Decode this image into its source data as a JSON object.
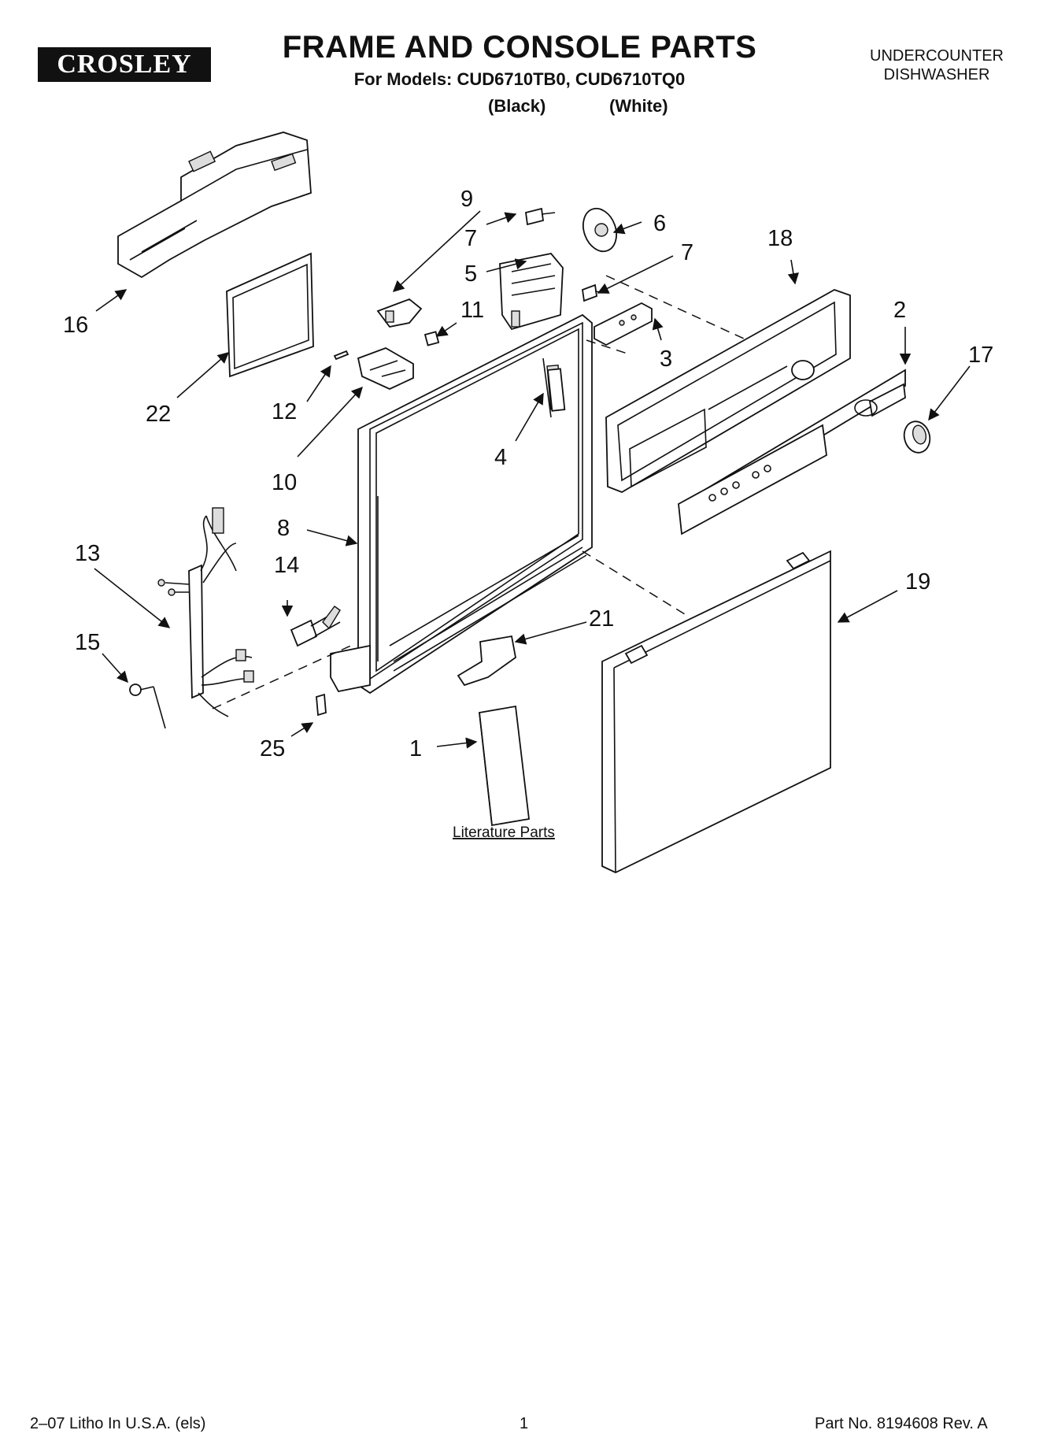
{
  "header": {
    "brand": "CROSLEY",
    "title": "FRAME AND CONSOLE PARTS",
    "models": "For Models: CUD6710TB0, CUD6710TQ0",
    "finish_black": "(Black)",
    "finish_white": "(White)",
    "appliance_line1": "UNDERCOUNTER",
    "appliance_line2": "DISHWASHER"
  },
  "callouts": {
    "c1": "1",
    "c2": "2",
    "c3": "3",
    "c4": "4",
    "c5": "5",
    "c6": "6",
    "c7a": "7",
    "c7b": "7",
    "c8": "8",
    "c9": "9",
    "c10": "10",
    "c11": "11",
    "c12": "12",
    "c13": "13",
    "c14": "14",
    "c15": "15",
    "c16": "16",
    "c17": "17",
    "c18": "18",
    "c19": "19",
    "c21": "21",
    "c22": "22",
    "c25": "25"
  },
  "literature_label": "Literature Parts",
  "footer": {
    "left": "2–07 Litho In U.S.A. (els)",
    "page": "1",
    "right": "Part No. 8194608 Rev. A"
  }
}
